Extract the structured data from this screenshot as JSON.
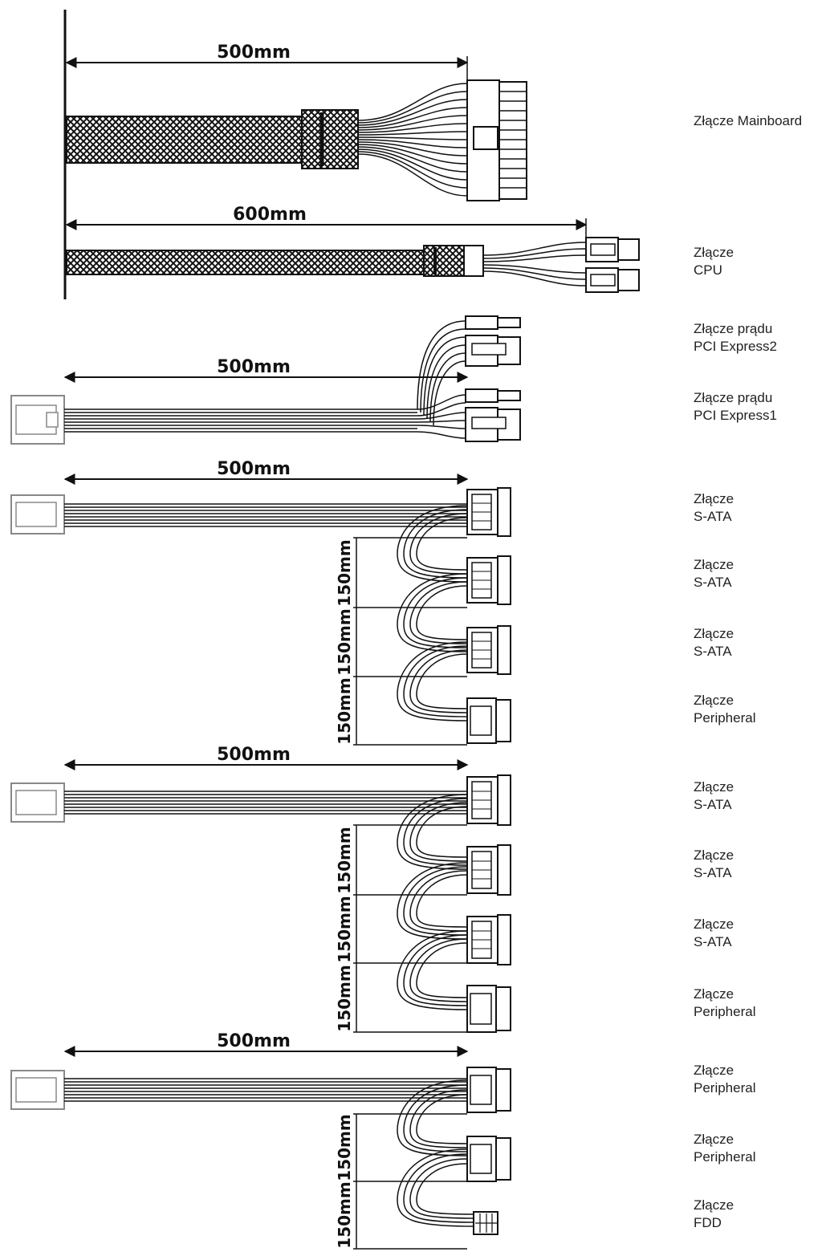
{
  "labels": {
    "mainboard": [
      "Złącze Mainboard"
    ],
    "cpu": [
      "Złącze",
      "CPU"
    ],
    "pcie2": [
      "Złącze prądu",
      "PCI Express2"
    ],
    "pcie1": [
      "Złącze prądu",
      "PCI Express1"
    ],
    "sata_a1": [
      "Złącze",
      "S-ATA"
    ],
    "sata_a2": [
      "Złącze",
      "S-ATA"
    ],
    "sata_a3": [
      "Złącze",
      "S-ATA"
    ],
    "periph_a": [
      "Złącze",
      "Peripheral"
    ],
    "sata_b1": [
      "Złącze",
      "S-ATA"
    ],
    "sata_b2": [
      "Złącze",
      "S-ATA"
    ],
    "sata_b3": [
      "Złącze",
      "S-ATA"
    ],
    "periph_b": [
      "Złącze",
      "Peripheral"
    ],
    "periph_c1": [
      "Złącze",
      "Peripheral"
    ],
    "periph_c2": [
      "Złącze",
      "Peripheral"
    ],
    "fdd": [
      "Złącze",
      "FDD"
    ]
  },
  "dimensions": {
    "mainboard_len": "500mm",
    "cpu_len": "600mm",
    "pcie_len": "500mm",
    "sata_a_len": "500mm",
    "sata_b_len": "500mm",
    "periph_len": "500mm",
    "segment": "150mm"
  },
  "colors": {
    "line": "#111111",
    "connector_fill": "#ffffff",
    "sleeve_fill": "#2a2a2a"
  }
}
